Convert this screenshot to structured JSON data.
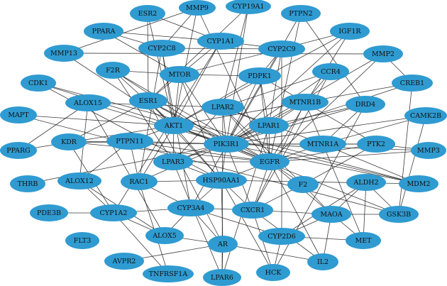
{
  "network": {
    "node_color": "#2f9bd1",
    "edge_color": "#1a1a1a",
    "nodes": [
      {
        "id": "ESR2",
        "label": "ESR2"
      },
      {
        "id": "MMP9",
        "label": "MMP9"
      },
      {
        "id": "CYP19A1",
        "label": "CYP19A1"
      },
      {
        "id": "PTPN2",
        "label": "PTPN2"
      },
      {
        "id": "IGF1R",
        "label": "IGF1R"
      },
      {
        "id": "PPARA",
        "label": "PPARA"
      },
      {
        "id": "CYP1A1",
        "label": "CYP1A1"
      },
      {
        "id": "CYP2C8",
        "label": "CYP2C8"
      },
      {
        "id": "CYP2C9",
        "label": "CYP2C9"
      },
      {
        "id": "MMP13",
        "label": "MMP13"
      },
      {
        "id": "MMP2",
        "label": "MMP2"
      },
      {
        "id": "F2R",
        "label": "F2R"
      },
      {
        "id": "MTOR",
        "label": "MTOR"
      },
      {
        "id": "PDPK1",
        "label": "PDPK1"
      },
      {
        "id": "CCR4",
        "label": "CCR4"
      },
      {
        "id": "CDK1",
        "label": "CDK1"
      },
      {
        "id": "CREB1",
        "label": "CREB1"
      },
      {
        "id": "ALOX15",
        "label": "ALOX15"
      },
      {
        "id": "ESR1",
        "label": "ESR1"
      },
      {
        "id": "LPAR2",
        "label": "LPAR2"
      },
      {
        "id": "MTNR1B",
        "label": "MTNR1B"
      },
      {
        "id": "DRD4",
        "label": "DRD4"
      },
      {
        "id": "MAPT",
        "label": "MAPT"
      },
      {
        "id": "AKT1",
        "label": "AKT1"
      },
      {
        "id": "LPAR1",
        "label": "LPAR1"
      },
      {
        "id": "CAMK2B",
        "label": "CAMK2B"
      },
      {
        "id": "PPARG",
        "label": "PPARG"
      },
      {
        "id": "KDR",
        "label": "KDR"
      },
      {
        "id": "PTPN11",
        "label": "PTPN11"
      },
      {
        "id": "PIK3R1",
        "label": "PIK3R1"
      },
      {
        "id": "MTNR1A",
        "label": "MTNR1A"
      },
      {
        "id": "PTK2",
        "label": "PTK2"
      },
      {
        "id": "MMP3",
        "label": "MMP3"
      },
      {
        "id": "LPAR3",
        "label": "LPAR3"
      },
      {
        "id": "EGFR",
        "label": "EGFR"
      },
      {
        "id": "THRB",
        "label": "THRB"
      },
      {
        "id": "ALOX12",
        "label": "ALOX12"
      },
      {
        "id": "RAC1",
        "label": "RAC1"
      },
      {
        "id": "HSP90AA1",
        "label": "HSP90AA1"
      },
      {
        "id": "F2",
        "label": "F2"
      },
      {
        "id": "ALDH2",
        "label": "ALDH2"
      },
      {
        "id": "MDM2",
        "label": "MDM2"
      },
      {
        "id": "PDE3B",
        "label": "PDE3B"
      },
      {
        "id": "CYP1A2",
        "label": "CYP1A2"
      },
      {
        "id": "CYP3A4",
        "label": "CYP3A4"
      },
      {
        "id": "CXCR1",
        "label": "CXCR1"
      },
      {
        "id": "MAOA",
        "label": "MAOA"
      },
      {
        "id": "GSK3B",
        "label": "GSK3B"
      },
      {
        "id": "FLT3",
        "label": "FLT3"
      },
      {
        "id": "ALOX5",
        "label": "ALOX5"
      },
      {
        "id": "CYP2D6",
        "label": "CYP2D6"
      },
      {
        "id": "MET",
        "label": "MET"
      },
      {
        "id": "AR",
        "label": "AR"
      },
      {
        "id": "AVPR2",
        "label": "AVPR2"
      },
      {
        "id": "IL2",
        "label": "IL2"
      },
      {
        "id": "TNFRSF1A",
        "label": "TNFRSF1A"
      },
      {
        "id": "LPAR6",
        "label": "LPAR6"
      },
      {
        "id": "HCK",
        "label": "HCK"
      }
    ],
    "edges": [
      [
        "ESR2",
        "CYP1A1"
      ],
      [
        "ESR2",
        "AKT1"
      ],
      [
        "ESR2",
        "ESR1"
      ],
      [
        "MMP9",
        "MMP13"
      ],
      [
        "MMP9",
        "AKT1"
      ],
      [
        "MMP9",
        "CYP2C8"
      ],
      [
        "MMP9",
        "EGFR"
      ],
      [
        "CYP19A1",
        "LPAR2"
      ],
      [
        "CYP19A1",
        "ESR1"
      ],
      [
        "CYP19A1",
        "PIK3R1"
      ],
      [
        "PTPN2",
        "EGFR"
      ],
      [
        "PTPN2",
        "DRD4"
      ],
      [
        "PTPN2",
        "PIK3R1"
      ],
      [
        "IGF1R",
        "PIK3R1"
      ],
      [
        "IGF1R",
        "AKT1"
      ],
      [
        "IGF1R",
        "CYP2C9"
      ],
      [
        "IGF1R",
        "EGFR"
      ],
      [
        "PPARA",
        "CYP2C8"
      ],
      [
        "PPARA",
        "MTOR"
      ],
      [
        "PPARA",
        "CYP1A1"
      ],
      [
        "CYP1A1",
        "CYP2C9"
      ],
      [
        "CYP1A1",
        "ESR1"
      ],
      [
        "CYP1A1",
        "CYP1A2"
      ],
      [
        "CYP1A1",
        "AKT1"
      ],
      [
        "CYP2C8",
        "CYP2C9"
      ],
      [
        "CYP2C8",
        "CYP3A4"
      ],
      [
        "CYP2C8",
        "AKT1"
      ],
      [
        "CYP2C8",
        "RAC1"
      ],
      [
        "CYP2C9",
        "CYP3A4"
      ],
      [
        "CYP2C9",
        "CYP2D6"
      ],
      [
        "CYP2C9",
        "LPAR1"
      ],
      [
        "CYP2C9",
        "PDPK1"
      ],
      [
        "CYP2C9",
        "MTOR"
      ],
      [
        "MMP13",
        "MMP2"
      ],
      [
        "MMP13",
        "AKT1"
      ],
      [
        "MMP2",
        "EGFR"
      ],
      [
        "MMP2",
        "PIK3R1"
      ],
      [
        "MMP2",
        "CREB1"
      ],
      [
        "F2R",
        "PIK3R1"
      ],
      [
        "F2R",
        "AKT1"
      ],
      [
        "F2R",
        "LPAR3"
      ],
      [
        "F2R",
        "MTOR"
      ],
      [
        "F2R",
        "EGFR"
      ],
      [
        "MTOR",
        "AKT1"
      ],
      [
        "MTOR",
        "PIK3R1"
      ],
      [
        "MTOR",
        "PDPK1"
      ],
      [
        "MTOR",
        "HSP90AA1"
      ],
      [
        "PDPK1",
        "AKT1"
      ],
      [
        "PDPK1",
        "PIK3R1"
      ],
      [
        "PDPK1",
        "EGFR"
      ],
      [
        "PDPK1",
        "LPAR1"
      ],
      [
        "PDPK1",
        "PTK2"
      ],
      [
        "CCR4",
        "PIK3R1"
      ],
      [
        "CCR4",
        "CXCR1"
      ],
      [
        "CCR4",
        "LPAR2"
      ],
      [
        "CCR4",
        "MTNR1B"
      ],
      [
        "CDK1",
        "AKT1"
      ],
      [
        "CDK1",
        "MDM2"
      ],
      [
        "CDK1",
        "HSP90AA1"
      ],
      [
        "CREB1",
        "AKT1"
      ],
      [
        "CREB1",
        "GSK3B"
      ],
      [
        "CREB1",
        "PIK3R1"
      ],
      [
        "ALOX15",
        "ALOX12"
      ],
      [
        "ALOX15",
        "ALOX5"
      ],
      [
        "ALOX15",
        "PIK3R1"
      ],
      [
        "ALOX15",
        "LPAR2"
      ],
      [
        "ESR1",
        "AKT1"
      ],
      [
        "ESR1",
        "EGFR"
      ],
      [
        "ESR1",
        "PIK3R1"
      ],
      [
        "ESR1",
        "HSP90AA1"
      ],
      [
        "ESR1",
        "AR"
      ],
      [
        "ESR1",
        "KDR"
      ],
      [
        "LPAR2",
        "LPAR1"
      ],
      [
        "LPAR2",
        "LPAR3"
      ],
      [
        "LPAR2",
        "PIK3R1"
      ],
      [
        "LPAR2",
        "EGFR"
      ],
      [
        "LPAR2",
        "MTNR1A"
      ],
      [
        "LPAR2",
        "F2"
      ],
      [
        "MTNR1B",
        "MTNR1A"
      ],
      [
        "MTNR1B",
        "PIK3R1"
      ],
      [
        "MTNR1B",
        "LPAR1"
      ],
      [
        "MTNR1B",
        "CXCR1"
      ],
      [
        "DRD4",
        "PIK3R1"
      ],
      [
        "DRD4",
        "LPAR1"
      ],
      [
        "DRD4",
        "MTNR1A"
      ],
      [
        "DRD4",
        "HCK"
      ],
      [
        "MAPT",
        "AKT1"
      ],
      [
        "MAPT",
        "GSK3B"
      ],
      [
        "AKT1",
        "PIK3R1"
      ],
      [
        "AKT1",
        "EGFR"
      ],
      [
        "AKT1",
        "HSP90AA1"
      ],
      [
        "AKT1",
        "PTPN11"
      ],
      [
        "AKT1",
        "LPAR3"
      ],
      [
        "AKT1",
        "RAC1"
      ],
      [
        "AKT1",
        "GSK3B"
      ],
      [
        "AKT1",
        "MDM2"
      ],
      [
        "LPAR1",
        "LPAR3"
      ],
      [
        "LPAR1",
        "PIK3R1"
      ],
      [
        "LPAR1",
        "EGFR"
      ],
      [
        "LPAR1",
        "LPAR6"
      ],
      [
        "CAMK2B",
        "PIK3R1"
      ],
      [
        "CAMK2B",
        "MTNR1A"
      ],
      [
        "CAMK2B",
        "GSK3B"
      ],
      [
        "PPARG",
        "ALOX15"
      ],
      [
        "PPARG",
        "AKT1"
      ],
      [
        "KDR",
        "PIK3R1"
      ],
      [
        "KDR",
        "PTPN11"
      ],
      [
        "KDR",
        "EGFR"
      ],
      [
        "KDR",
        "CYP1A2"
      ],
      [
        "PTPN11",
        "PIK3R1"
      ],
      [
        "PTPN11",
        "EGFR"
      ],
      [
        "PTPN11",
        "RAC1"
      ],
      [
        "PTPN11",
        "ALOX12"
      ],
      [
        "PIK3R1",
        "EGFR"
      ],
      [
        "PIK3R1",
        "HSP90AA1"
      ],
      [
        "PIK3R1",
        "MTNR1A"
      ],
      [
        "PIK3R1",
        "PTK2"
      ],
      [
        "PIK3R1",
        "RAC1"
      ],
      [
        "PIK3R1",
        "LPAR3"
      ],
      [
        "PIK3R1",
        "CXCR1"
      ],
      [
        "PIK3R1",
        "MMP3"
      ],
      [
        "MTNR1A",
        "PTK2"
      ],
      [
        "MTNR1A",
        "EGFR"
      ],
      [
        "MTNR1A",
        "MET"
      ],
      [
        "MTNR1A",
        "MDM2"
      ],
      [
        "PTK2",
        "EGFR"
      ],
      [
        "PTK2",
        "MMP3"
      ],
      [
        "PTK2",
        "F2"
      ],
      [
        "MMP3",
        "EGFR"
      ],
      [
        "LPAR3",
        "EGFR"
      ],
      [
        "LPAR3",
        "HSP90AA1"
      ],
      [
        "LPAR3",
        "LPAR6"
      ],
      [
        "EGFR",
        "HSP90AA1"
      ],
      [
        "EGFR",
        "F2"
      ],
      [
        "EGFR",
        "MET"
      ],
      [
        "EGFR",
        "CXCR1"
      ],
      [
        "EGFR",
        "IL2"
      ],
      [
        "THRB",
        "PIK3R1"
      ],
      [
        "ALOX12",
        "ALOX5"
      ],
      [
        "ALOX12",
        "CYP1A2"
      ],
      [
        "RAC1",
        "HSP90AA1"
      ],
      [
        "RAC1",
        "CYP3A4"
      ],
      [
        "HSP90AA1",
        "AR"
      ],
      [
        "HSP90AA1",
        "CYP3A4"
      ],
      [
        "HSP90AA1",
        "MDM2"
      ],
      [
        "HSP90AA1",
        "CXCR1"
      ],
      [
        "HSP90AA1",
        "HCK"
      ],
      [
        "F2",
        "CXCR1"
      ],
      [
        "F2",
        "MAOA"
      ],
      [
        "ALDH2",
        "MAOA"
      ],
      [
        "ALDH2",
        "MET"
      ],
      [
        "ALDH2",
        "CYP2D6"
      ],
      [
        "MDM2",
        "PIK3R1"
      ],
      [
        "PDE3B",
        "CYP1A2"
      ],
      [
        "CYP1A2",
        "CYP3A4"
      ],
      [
        "CYP1A2",
        "ALOX5"
      ],
      [
        "CYP1A2",
        "TNFRSF1A"
      ],
      [
        "CYP3A4",
        "CYP2D6"
      ],
      [
        "CYP3A4",
        "CXCR1"
      ],
      [
        "CYP3A4",
        "ALOX5"
      ],
      [
        "CYP3A4",
        "AR"
      ],
      [
        "CXCR1",
        "IL2"
      ],
      [
        "CXCR1",
        "HCK"
      ],
      [
        "CXCR1",
        "MAOA"
      ],
      [
        "MAOA",
        "CYP2D6"
      ],
      [
        "MAOA",
        "GSK3B"
      ],
      [
        "MAOA",
        "IL2"
      ],
      [
        "GSK3B",
        "ALDH2"
      ],
      [
        "ALOX5",
        "AR"
      ],
      [
        "CYP2D6",
        "HCK"
      ],
      [
        "CYP2D6",
        "MET"
      ],
      [
        "AR",
        "LPAR6"
      ],
      [
        "AR",
        "AVPR2"
      ],
      [
        "AR",
        "IL2"
      ],
      [
        "TNFRSF1A",
        "RAC1"
      ],
      [
        "LPAR6",
        "LPAR2"
      ]
    ]
  }
}
